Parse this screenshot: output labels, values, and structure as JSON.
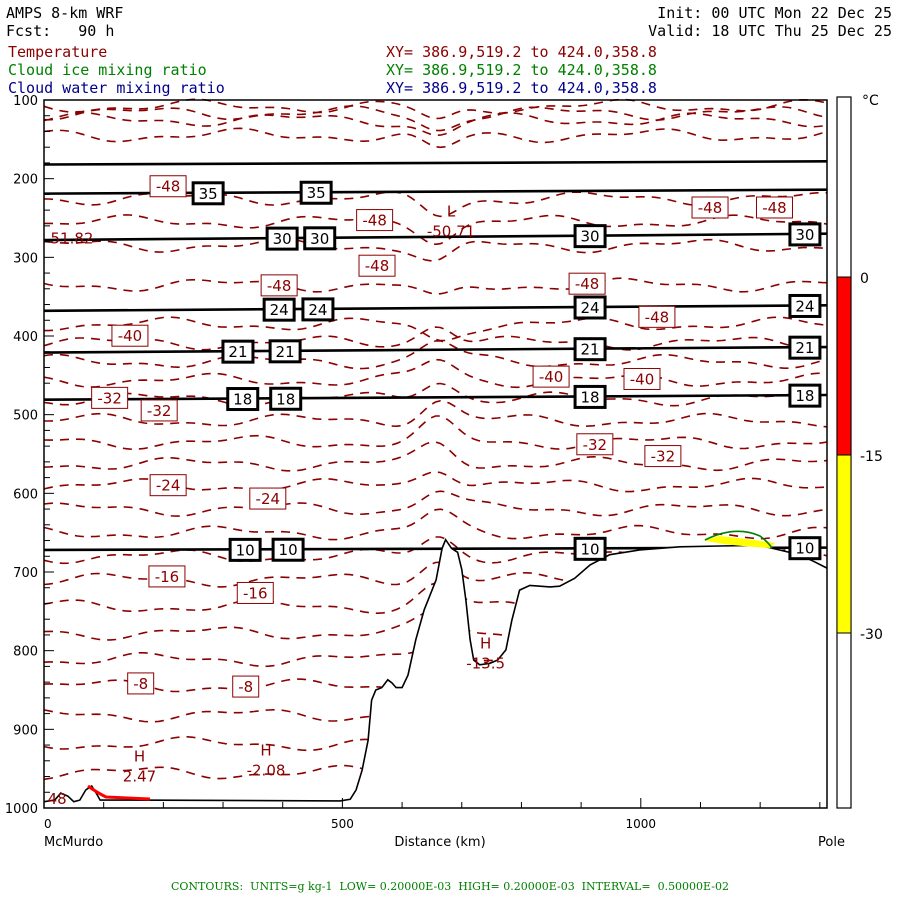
{
  "header": {
    "model": "AMPS 8-km WRF",
    "fcst": "Fcst:   90 h",
    "init": "Init: 00 UTC Mon 22 Dec 25",
    "valid": "Valid: 18 UTC Thu 25 Dec 25",
    "fields": [
      {
        "name": "Temperature",
        "xy": "XY= 386.9,519.2 to 424.0,358.8",
        "color": "#8b0000"
      },
      {
        "name": "Cloud ice mixing ratio",
        "xy": "XY= 386.9,519.2 to 424.0,358.8",
        "color": "#008000"
      },
      {
        "name": "Cloud water mixing ratio",
        "xy": "XY= 386.9,519.2 to 424.0,358.8",
        "color": "#00008b"
      }
    ]
  },
  "footer": {
    "contours": "CONTOURS:  UNITS=g kg-1  LOW= 0.20000E-03  HIGH= 0.20000E-03  INTERVAL=  0.50000E-02"
  },
  "chart_data": {
    "type": "line",
    "title": "Vertical cross-section",
    "xlabel": "Distance (km)",
    "x_start_label": "McMurdo",
    "x_end_label": "Pole",
    "xlim": [
      0,
      1312
    ],
    "ylim": [
      1000,
      100
    ],
    "xticks": [
      0,
      500,
      1000
    ],
    "yticks": [
      100,
      200,
      300,
      400,
      500,
      600,
      700,
      800,
      900,
      1000
    ],
    "colorbar": {
      "unit": "°C",
      "labels": [
        "0",
        "-15",
        "-30"
      ],
      "segments": [
        {
          "from": 0,
          "to": -15,
          "color": "#ff0000"
        },
        {
          "from": -15,
          "to": -30,
          "color": "#ffff00"
        }
      ]
    },
    "terrain": [
      [
        0,
        992
      ],
      [
        18,
        990
      ],
      [
        28,
        981
      ],
      [
        40,
        985
      ],
      [
        50,
        992
      ],
      [
        60,
        990
      ],
      [
        70,
        977
      ],
      [
        80,
        972
      ],
      [
        89,
        983
      ],
      [
        94,
        990
      ],
      [
        144,
        990
      ],
      [
        496,
        991
      ],
      [
        513,
        989
      ],
      [
        523,
        977
      ],
      [
        533,
        952
      ],
      [
        543,
        914
      ],
      [
        549,
        863
      ],
      [
        556,
        850
      ],
      [
        566,
        847
      ],
      [
        576,
        837
      ],
      [
        583,
        841
      ],
      [
        590,
        847
      ],
      [
        600,
        847
      ],
      [
        610,
        831
      ],
      [
        623,
        786
      ],
      [
        637,
        748
      ],
      [
        657,
        710
      ],
      [
        667,
        670
      ],
      [
        673,
        659
      ],
      [
        683,
        670
      ],
      [
        693,
        675
      ],
      [
        700,
        697
      ],
      [
        707,
        736
      ],
      [
        714,
        786
      ],
      [
        720,
        812
      ],
      [
        730,
        818
      ],
      [
        747,
        816
      ],
      [
        760,
        812
      ],
      [
        774,
        799
      ],
      [
        784,
        761
      ],
      [
        797,
        723
      ],
      [
        814,
        717
      ],
      [
        831,
        718
      ],
      [
        848,
        719
      ],
      [
        864,
        718
      ],
      [
        889,
        708
      ],
      [
        915,
        691
      ],
      [
        948,
        678
      ],
      [
        998,
        672
      ],
      [
        1065,
        668
      ],
      [
        1132,
        667
      ],
      [
        1199,
        666
      ],
      [
        1266,
        678
      ],
      [
        1291,
        687
      ],
      [
        1312,
        695
      ]
    ],
    "black_contours": [
      {
        "label": "",
        "p_left": 182,
        "p_right": 178,
        "label_x": []
      },
      {
        "label": "35",
        "p_left": 219,
        "p_right": 214,
        "label_x": [
          275,
          456
        ]
      },
      {
        "label": "30",
        "p_left": 278,
        "p_right": 270,
        "label_x": [
          399,
          462,
          915,
          1275
        ]
      },
      {
        "label": "24",
        "p_left": 368,
        "p_right": 361,
        "label_x": [
          394,
          459,
          915,
          1275
        ]
      },
      {
        "label": "21",
        "p_left": 421,
        "p_right": 414,
        "label_x": [
          325,
          404,
          915,
          1275
        ]
      },
      {
        "label": "18",
        "p_left": 481,
        "p_right": 475,
        "label_x": [
          333,
          405,
          915,
          1275
        ]
      },
      {
        "label": "10",
        "p_left": 672,
        "p_right": 669,
        "label_x": [
          337,
          409,
          915,
          1275
        ]
      }
    ],
    "temperature_labels": [
      {
        "text": "-48",
        "x": 228,
        "p": 209
      },
      {
        "text": "-48",
        "x": 554,
        "p": 252
      },
      {
        "text": "-48",
        "x": 558,
        "p": 310
      },
      {
        "text": "-48",
        "x": 394,
        "p": 335
      },
      {
        "text": "-48",
        "x": 1116,
        "p": 236
      },
      {
        "text": "-48",
        "x": 1224,
        "p": 236
      },
      {
        "text": "-48",
        "x": 1027,
        "p": 375
      },
      {
        "text": "-48",
        "x": 910,
        "p": 371
      },
      {
        "text": "-40",
        "x": 144,
        "p": 399
      },
      {
        "text": "-40",
        "x": 910,
        "p": 451
      },
      {
        "text": "-40",
        "x": 1002,
        "p": 454
      },
      {
        "text": "-32",
        "x": 110,
        "p": 478
      },
      {
        "text": "-32",
        "x": 193,
        "p": 494
      },
      {
        "text": "-32",
        "x": 923,
        "p": 537
      },
      {
        "text": "-32",
        "x": 1037,
        "p": 552
      },
      {
        "text": "-24",
        "x": 208,
        "p": 589
      },
      {
        "text": "-24",
        "x": 375,
        "p": 606
      },
      {
        "text": "-16",
        "x": 206,
        "p": 705
      },
      {
        "text": "-16",
        "x": 354,
        "p": 726
      },
      {
        "text": "-8",
        "x": 162,
        "p": 841
      },
      {
        "text": "-8",
        "x": 338,
        "p": 845
      }
    ],
    "extrema": [
      {
        "type": "H",
        "value": "-13.5",
        "x": 740,
        "p": 815
      },
      {
        "type": "H",
        "value": "2.47",
        "x": 160,
        "p": 959
      },
      {
        "type": "H",
        "value": "-2.08",
        "x": 372,
        "p": 951
      },
      {
        "type": "L",
        "value": "-50.71",
        "x": 682,
        "p": 266
      },
      {
        "type": "",
        "value": "51.82",
        "x": 22,
        "p": 275
      },
      {
        "type": "",
        "value": "48",
        "x": 22,
        "p": 987
      }
    ],
    "temperature_levels": [
      -56,
      -54,
      -52,
      -50,
      -48,
      -46,
      -44,
      -42,
      -40,
      -38,
      -36,
      -34,
      -32,
      -30,
      -28,
      -26,
      -24,
      -22,
      -20,
      -18,
      -16,
      -14,
      -12,
      -10,
      -8,
      -6,
      -4,
      -2
    ]
  }
}
